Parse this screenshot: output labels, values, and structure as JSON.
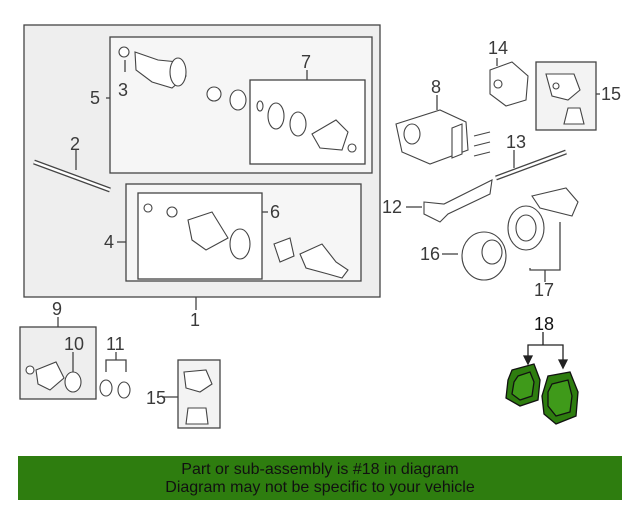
{
  "callouts": {
    "c1": "1",
    "c2": "2",
    "c3": "3",
    "c4": "4",
    "c5": "5",
    "c6": "6",
    "c7": "7",
    "c8": "8",
    "c9": "9",
    "c10": "10",
    "c11": "11",
    "c12": "12",
    "c13": "13",
    "c14": "14",
    "c15a": "15",
    "c15b": "15",
    "c16": "16",
    "c17": "17",
    "c18": "18"
  },
  "highlight": {
    "part": "18",
    "color": "#2e7d0f"
  },
  "banner": {
    "line1": "Part or sub-assembly is #18 in diagram",
    "line2": "Diagram may not be specific to your vehicle"
  }
}
